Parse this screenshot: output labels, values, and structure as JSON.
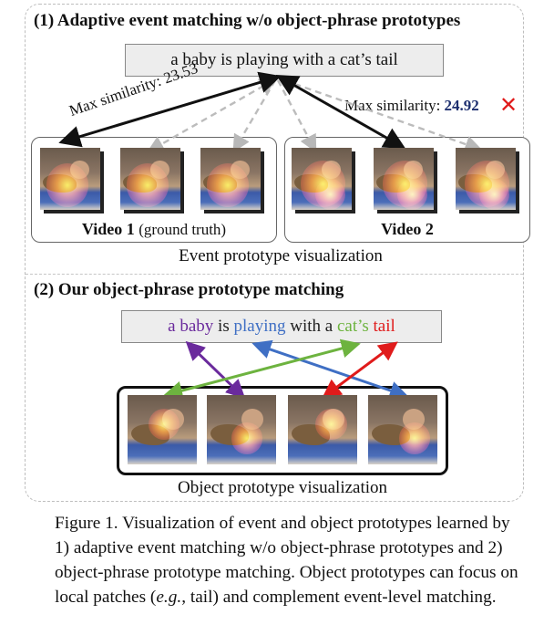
{
  "section1": {
    "title": "(1) Adaptive event matching w/o object-phrase prototypes",
    "query": "a baby is playing with a cat’s tail",
    "left_similarity_label": "Max similarity: 23.53",
    "right_similarity_label": "Max similarity:",
    "right_similarity_value": "24.92",
    "wrong_mark": "✕",
    "video1_label": "Video 1",
    "video1_note": "(ground truth)",
    "video2_label": "Video 2",
    "caption": "Event prototype visualization"
  },
  "section2": {
    "title": "(2) Our object-phrase prototype matching",
    "phrases": [
      {
        "text": "a baby",
        "color": "#6a2a9c"
      },
      {
        "text": " is ",
        "color": "#222222"
      },
      {
        "text": "playing",
        "color": "#3f6fc4"
      },
      {
        "text": " with a ",
        "color": "#222222"
      },
      {
        "text": "cat’s",
        "color": "#6db33f"
      },
      {
        "text": " ",
        "color": "#222222"
      },
      {
        "text": "tail",
        "color": "#e01b1b"
      }
    ],
    "caption": "Object prototype visualization"
  },
  "colors": {
    "purple": "#6a2a9c",
    "blue": "#3f6fc4",
    "green": "#6db33f",
    "red": "#e01b1b",
    "value_blue": "#1d2f6f",
    "x_red": "#e01b1b"
  },
  "figure_caption": {
    "lines": [
      "Figure 1. Visualization of event and object prototypes learned by",
      "1) adaptive event matching w/o object-phrase prototypes and 2)",
      "object-phrase prototype matching. Object prototypes can focus on",
      "local patches (e.g., tail) and complement event-level matching."
    ],
    "line4_pre": "local patches (",
    "line4_em": "e.g.",
    "line4_post": ", tail) and complement event-level matching."
  }
}
